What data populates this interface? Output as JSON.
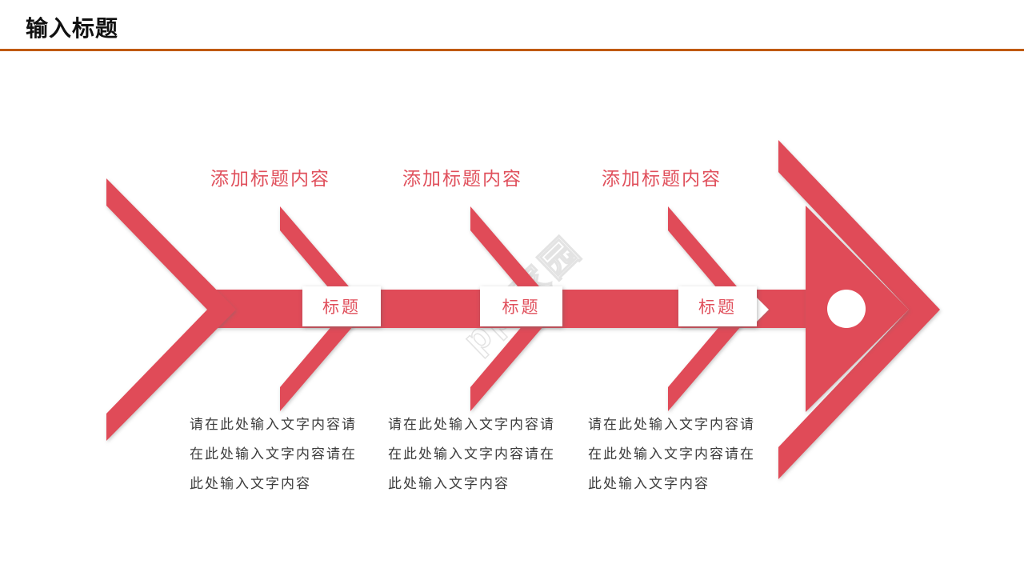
{
  "page": {
    "title": "输入标题"
  },
  "colors": {
    "accent_red": "#E04B58",
    "divider_orange": "#C05A11",
    "label_text_red": "#E0505C",
    "body_text": "#3b3b3b"
  },
  "watermark": {
    "text": "ppt家园"
  },
  "fishbone": {
    "sections": [
      {
        "header": "添加标题内容",
        "label": "标题",
        "body": "请在此处输入文字内容请在此处输入文字内容请在此处输入文字内容",
        "body_lines": [
          "请在此处输入文字内容请",
          "在此处输入文字内容请在",
          "此处输入文字内容"
        ]
      },
      {
        "header": "添加标题内容",
        "label": "标题",
        "body": "请在此处输入文字内容请在此处输入文字内容请在此处输入文字内容",
        "body_lines": [
          "请在此处输入文字内容请",
          "在此处输入文字内容请在",
          "此处输入文字内容"
        ]
      },
      {
        "header": "添加标题内容",
        "label": "标题",
        "body": "请在此处输入文字内容请在此处输入文字内容请在此处输入文字内容",
        "body_lines": [
          "请在此处输入文字内容请",
          "在此处输入文字内容请在",
          "此处输入文字内容"
        ]
      }
    ]
  }
}
